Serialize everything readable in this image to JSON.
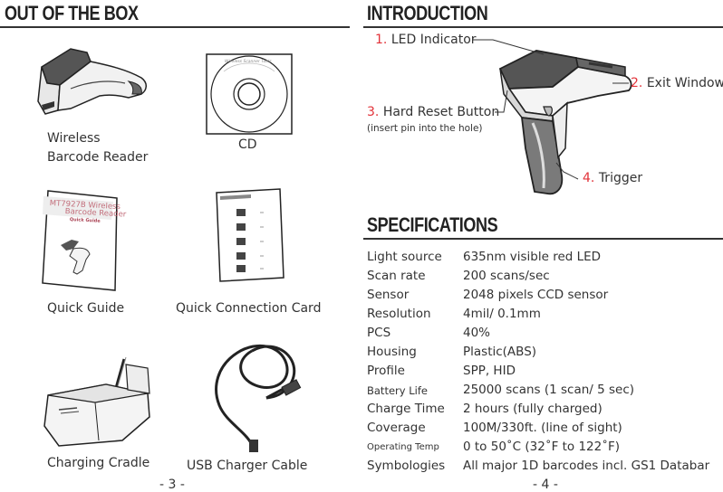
{
  "left": {
    "title": "OUT OF THE BOX",
    "items": {
      "scanner": {
        "line1": "Wireless",
        "line2": "Barcode Reader"
      },
      "cd": {
        "label": "CD",
        "disc_text": "Wireless Scanner Tools"
      },
      "guide": {
        "label": "Quick Guide",
        "cover_line1": "MT7927B Wireless",
        "cover_line2": "Barcode Reader",
        "cover_line3": "Quick Guide"
      },
      "card": {
        "label": "Quick Connection Card"
      },
      "cradle": {
        "label": "Charging Cradle"
      },
      "cable": {
        "label": "USB Charger Cable"
      }
    },
    "page_number": "- 3 -"
  },
  "right": {
    "intro_title": "INTRODUCTION",
    "callouts": [
      {
        "num": "1.",
        "text": "LED Indicator"
      },
      {
        "num": "2.",
        "text": "Exit Window"
      },
      {
        "num": "3.",
        "text": "Hard Reset Button",
        "note": "(insert pin into the hole)"
      },
      {
        "num": "4.",
        "text": "Trigger"
      }
    ],
    "spec_title": "SPECIFICATIONS",
    "specs": [
      {
        "label": "Light source",
        "value": "635nm visible red LED"
      },
      {
        "label": "Scan rate",
        "value": "200 scans/sec"
      },
      {
        "label": "Sensor",
        "value": "2048 pixels CCD sensor"
      },
      {
        "label": "Resolution",
        "value": "4mil/ 0.1mm"
      },
      {
        "label": "PCS",
        "value": "40%"
      },
      {
        "label": "Housing",
        "value": "Plastic(ABS)"
      },
      {
        "label": "Profile",
        "value": "SPP, HID"
      },
      {
        "label": "Battery Life",
        "value": "25000 scans (1 scan/ 5 sec)"
      },
      {
        "label": "Charge Time",
        "value": "2 hours (fully charged)"
      },
      {
        "label": "Coverage",
        "value": "100M/330ft. (line of sight)"
      },
      {
        "label": "Operating Temp",
        "value": "0 to 50˚C (32˚F to 122˚F)"
      },
      {
        "label": "Symbologies",
        "value": "All major 1D barcodes incl. GS1 Databar"
      }
    ],
    "page_number": "- 4 -"
  }
}
